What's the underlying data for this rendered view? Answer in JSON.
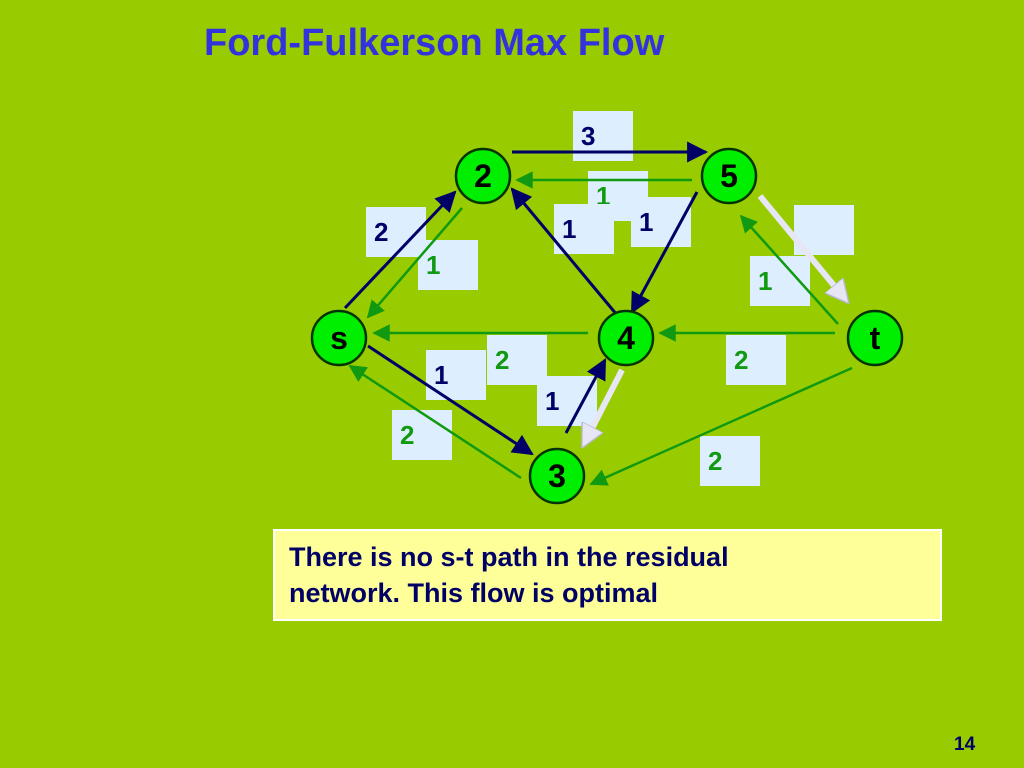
{
  "title": "Ford-Fulkerson Max Flow",
  "note": {
    "line1": "There is no s-t path in the residual",
    "line2": "network.  This flow is optimal"
  },
  "page_number": "14",
  "colors": {
    "background": "#99cc00",
    "title": "#3333dd",
    "node_fill": "#00ee00",
    "edge_forward": "#000066",
    "edge_residual": "#119911",
    "augment_arrow": "#e6e6f5",
    "label_box": "#ddeeff",
    "label_text_dark": "#000066",
    "label_text_green": "#119911",
    "note_fill": "#ffff99"
  },
  "nodes": [
    {
      "id": "n2",
      "label": "2"
    },
    {
      "id": "n5",
      "label": "5"
    },
    {
      "id": "ns",
      "label": "s"
    },
    {
      "id": "n4",
      "label": "4"
    },
    {
      "id": "nt",
      "label": "t"
    },
    {
      "id": "n3",
      "label": "3"
    }
  ],
  "edges": [
    {
      "from": "n2",
      "to": "n5",
      "kind": "forward"
    },
    {
      "from": "n5",
      "to": "n2",
      "kind": "residual"
    },
    {
      "from": "ns",
      "to": "n2",
      "kind": "forward"
    },
    {
      "from": "n2",
      "to": "ns",
      "kind": "residual"
    },
    {
      "from": "n4",
      "to": "n2",
      "kind": "forward"
    },
    {
      "from": "n5",
      "to": "n4",
      "kind": "forward"
    },
    {
      "from": "nt",
      "to": "n5",
      "kind": "residual"
    },
    {
      "from": "n4",
      "to": "ns",
      "kind": "residual"
    },
    {
      "from": "nt",
      "to": "n4",
      "kind": "residual"
    },
    {
      "from": "ns",
      "to": "n3",
      "kind": "forward"
    },
    {
      "from": "n3",
      "to": "ns",
      "kind": "residual"
    },
    {
      "from": "n3",
      "to": "n4",
      "kind": "forward"
    },
    {
      "from": "nt",
      "to": "n3",
      "kind": "residual"
    },
    {
      "from": "n5",
      "to": "nt",
      "kind": "augment"
    },
    {
      "from": "n4",
      "to": "n3",
      "kind": "augment"
    }
  ],
  "labels": [
    {
      "text": "3",
      "tone": "dark"
    },
    {
      "text": "1",
      "tone": "green"
    },
    {
      "text": "1",
      "tone": "dark"
    },
    {
      "text": "1",
      "tone": "dark"
    },
    {
      "text": "2",
      "tone": "dark"
    },
    {
      "text": "1",
      "tone": "green"
    },
    {
      "text": "",
      "tone": "dark"
    },
    {
      "text": "1",
      "tone": "green"
    },
    {
      "text": "1",
      "tone": "dark"
    },
    {
      "text": "2",
      "tone": "green"
    },
    {
      "text": "1",
      "tone": "dark"
    },
    {
      "text": "2",
      "tone": "green"
    },
    {
      "text": "2",
      "tone": "green"
    },
    {
      "text": "2",
      "tone": "green"
    }
  ]
}
